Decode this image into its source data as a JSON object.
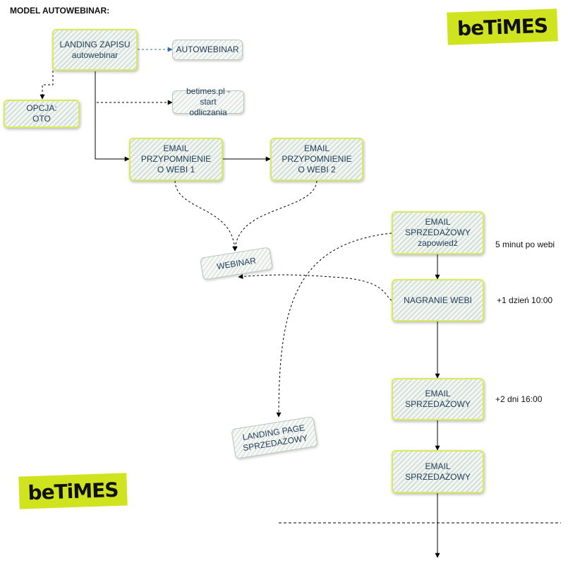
{
  "title": "MODEL AUTOWEBINAR:",
  "logo_text": "beTiMES",
  "colors": {
    "accent": "#cfe41f",
    "node_border": "#d9ec55",
    "node_text": "#1f3b57",
    "dashed_link": "#3d6aa3"
  },
  "nodes": {
    "landing_zapisu": [
      "LANDING ZAPISU",
      "autowebinar"
    ],
    "autowebinar": [
      "AUTOWEBINAR"
    ],
    "opcja_oto": [
      "OPCJA:",
      "OTO"
    ],
    "betimes_start": [
      "betimes.pl - start",
      "odliczania"
    ],
    "email_przyp_1": [
      "EMAIL",
      "PRZYPOMNIENIE",
      "O WEBI 1"
    ],
    "email_przyp_2": [
      "EMAIL",
      "PRZYPOMNIENIE",
      "O WEBI 2"
    ],
    "webinar": [
      "WEBINAR"
    ],
    "email_sprzed_zapowiedz": [
      "EMAIL",
      "SPRZEDAŻOWY",
      "zapowiedź"
    ],
    "nagranie_webi": [
      "NAGRANIE WEBI"
    ],
    "email_sprzed_2": [
      "EMAIL",
      "SPRZEDAŻOWY"
    ],
    "email_sprzed_3": [
      "EMAIL",
      "SPRZEDAŻOWY"
    ],
    "landing_page_sprzed": [
      "LANDING PAGE",
      "SPRZEDAŻOWY"
    ]
  },
  "timing_labels": {
    "after_webi": "5 minut po webi",
    "plus_one_day": "+1 dzień 10:00",
    "plus_two_days": "+2 dni 16:00"
  }
}
